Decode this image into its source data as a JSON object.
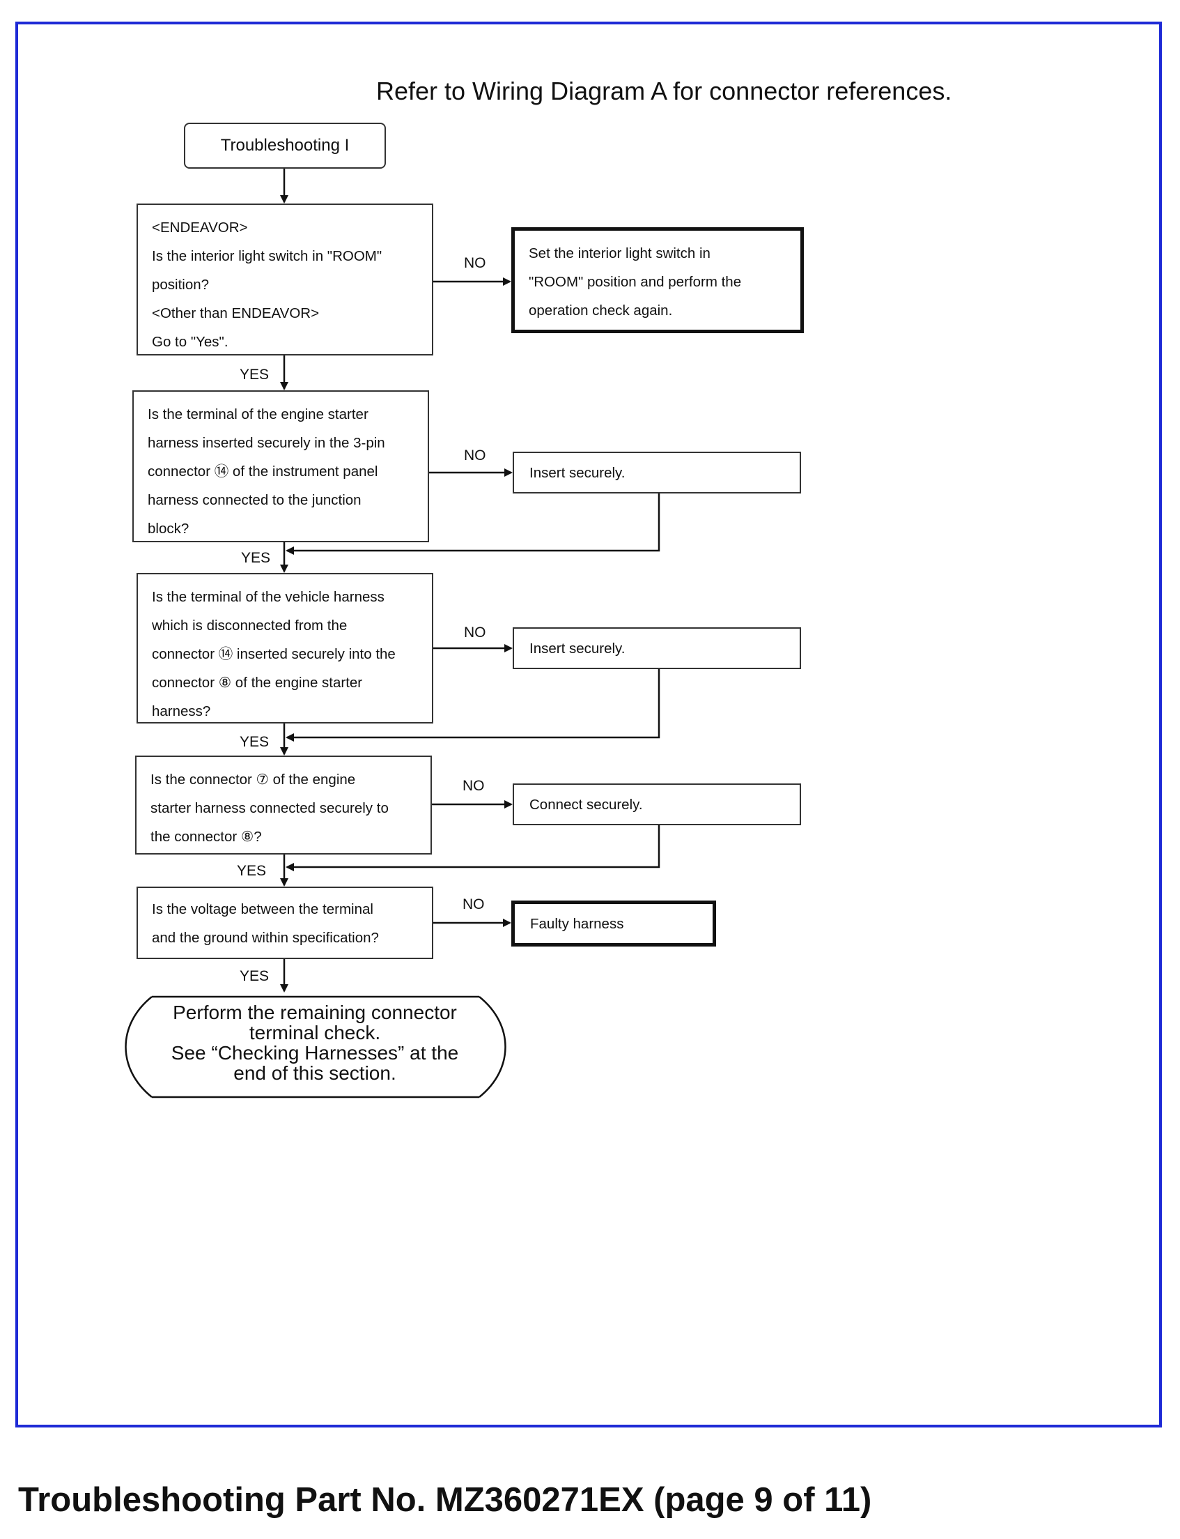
{
  "reference_note": "Refer to Wiring Diagram A for connector references.",
  "start": {
    "label": "Troubleshooting I"
  },
  "steps": [
    {
      "question_lines": [
        "<ENDEAVOR>",
        "Is the interior light switch in \"ROOM\"",
        "position?",
        "<Other than ENDEAVOR>",
        "Go to \"Yes\"."
      ],
      "no_label": "NO",
      "no_action_lines": [
        "Set the interior light switch in",
        "\"ROOM\" position and perform the",
        "operation check again."
      ],
      "yes_label": "YES"
    },
    {
      "question_lines": [
        "Is the terminal of the engine starter",
        "harness inserted securely in the 3-pin",
        "connector ⑭ of the instrument panel",
        "harness connected to the junction",
        "block?"
      ],
      "no_label": "NO",
      "no_action_lines": [
        "Insert securely."
      ],
      "yes_label": "YES"
    },
    {
      "question_lines": [
        "Is the terminal of the vehicle harness",
        "which is disconnected from the",
        "connector ⑭ inserted securely into the",
        "connector ⑧ of the engine starter",
        "harness?"
      ],
      "no_label": "NO",
      "no_action_lines": [
        "Insert securely."
      ],
      "yes_label": "YES"
    },
    {
      "question_lines": [
        "Is the connector ⑦ of the engine",
        "starter harness connected securely to",
        "the connector ⑧?"
      ],
      "no_label": "NO",
      "no_action_lines": [
        "Connect securely."
      ],
      "yes_label": "YES"
    },
    {
      "question_lines": [
        "Is  the  voltage  between  the  terminal",
        "and the ground within specification?"
      ],
      "no_label": "NO",
      "no_action_lines": [
        "Faulty harness"
      ],
      "yes_label": "YES"
    }
  ],
  "end": {
    "lines": [
      "Perform the remaining connector",
      "terminal check.",
      "See “Checking Harnesses” at the",
      "end of this section."
    ]
  },
  "footer": "Troubleshooting Part No. MZ360271EX (page 9 of 11)",
  "colors": {
    "frame": "#1e2ad6",
    "line": "#111111"
  }
}
